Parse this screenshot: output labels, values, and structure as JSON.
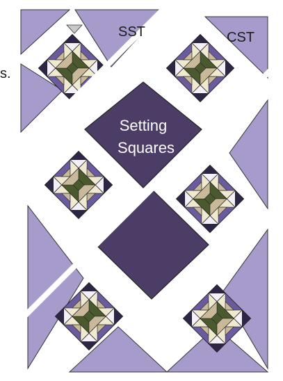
{
  "labels": {
    "sst": "SST",
    "cst": "CST",
    "setting_line1": "Setting",
    "setting_line2": "Squares",
    "edge_fragment": "s."
  },
  "colors": {
    "background": "#ffffff",
    "setting_triangle": "#a79bcb",
    "setting_square": "#4b3d66",
    "block_purple": "#6a5a9e",
    "block_dark": "#2e2547",
    "block_green": "#4a5a2e",
    "block_cream": "#efe9cf",
    "block_tan": "#c9b99a",
    "block_light": "#f3f0f8",
    "gray_corner": "#c8c8c8",
    "outline": "#222222"
  },
  "blocks": {
    "count": 6,
    "description_rows": 3,
    "description_cols": 2
  }
}
